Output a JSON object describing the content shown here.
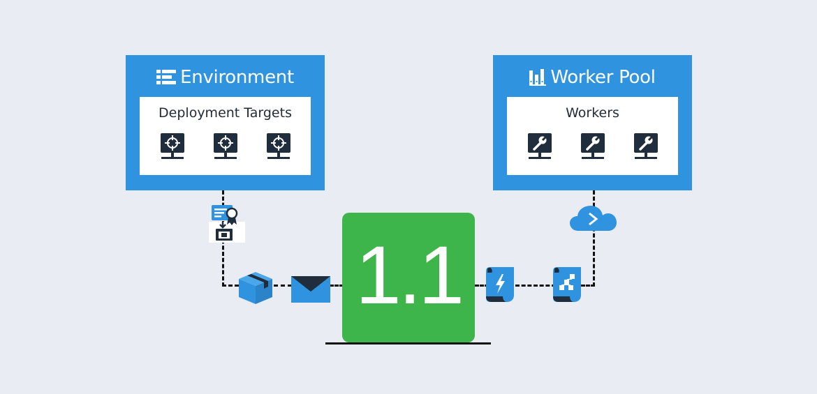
{
  "environment": {
    "title": "Environment",
    "icon": "environment-icon",
    "section_title": "Deployment Targets",
    "targets": [
      {
        "icon": "deployment-target-icon"
      },
      {
        "icon": "deployment-target-icon"
      },
      {
        "icon": "deployment-target-icon"
      }
    ]
  },
  "worker_pool": {
    "title": "Worker Pool",
    "icon": "worker-pool-icon",
    "section_title": "Workers",
    "workers": [
      {
        "icon": "worker-icon"
      },
      {
        "icon": "worker-icon"
      },
      {
        "icon": "worker-icon"
      }
    ]
  },
  "release": {
    "version": "1.1"
  },
  "flow_icons": {
    "certificate": "certificate-icon",
    "package": "package-icon",
    "envelope": "envelope-icon",
    "script_lightning": "script-lightning-icon",
    "script_tree": "script-tree-icon",
    "cloud_terminal": "cloud-terminal-icon"
  },
  "colors": {
    "background": "#e9ecf2",
    "group_blue": "#2f93df",
    "release_green": "#3db54a",
    "icon_dark": "#1f2d3d",
    "icon_blue": "#2f93df"
  }
}
